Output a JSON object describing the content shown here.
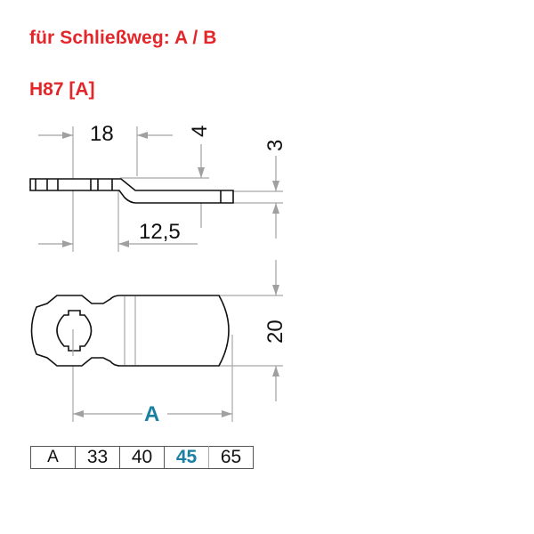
{
  "header": {
    "title": "für Schließweg: A / B",
    "subtitle": "H87 [A]"
  },
  "colors": {
    "title_red": "#e3262a",
    "highlight_blue": "#1a7fa0",
    "dimension_gray": "#a0a0a0",
    "outline_black": "#111111"
  },
  "side_view": {
    "dim_top_left": "18",
    "dim_offset": "4",
    "dim_thickness": "3",
    "dim_bottom": "12,5"
  },
  "top_view": {
    "dim_width": "20",
    "dim_length_label": "A"
  },
  "size_table": {
    "header": "A",
    "values": [
      "33",
      "40",
      "45",
      "65"
    ],
    "highlighted_value": "45"
  }
}
